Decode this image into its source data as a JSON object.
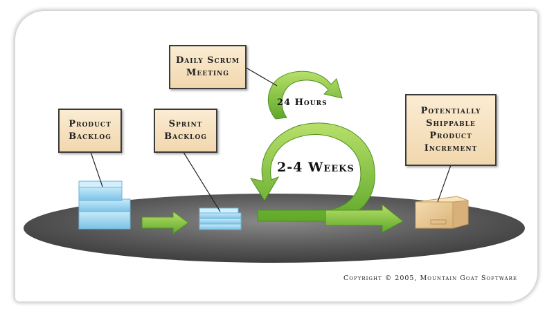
{
  "boxes": {
    "daily_scrum": [
      "Daily Scrum",
      "Meeting"
    ],
    "product_backlog": [
      "Product",
      "Backlog"
    ],
    "sprint_backlog": [
      "Sprint",
      "Backlog"
    ],
    "increment": [
      "Potentially",
      "Shippable",
      "Product",
      "Increment"
    ]
  },
  "cycle_labels": {
    "daily": "24 Hours",
    "sprint": "2-4 Weeks"
  },
  "copyright": "Copyright © 2005, Mountain Goat Software",
  "colors": {
    "box_fill": "#f3d9b0",
    "box_border": "#3a3a3a",
    "arrow_green": "#8cc63f",
    "platform": "#555555",
    "backlog_blue": "#9fd4ef",
    "crate": "#e9c98f"
  }
}
